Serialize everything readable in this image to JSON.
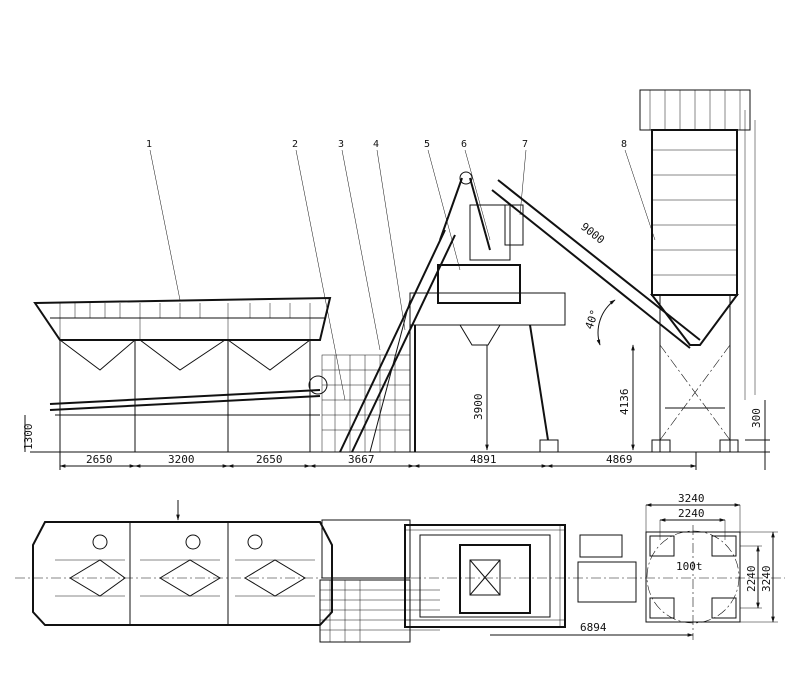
{
  "callouts": [
    "1",
    "2",
    "3",
    "4",
    "5",
    "6",
    "7",
    "8"
  ],
  "side_view": {
    "conveyor_length": "9000",
    "conveyor_angle": "40°",
    "mixer_discharge_height": "3900",
    "silo_height": "4136",
    "silo_offset": "300",
    "batcher_height": "1300",
    "horizontal_dims": [
      "2650",
      "3200",
      "2650",
      "3667",
      "4891",
      "4869"
    ]
  },
  "plan_view": {
    "silo_outer_width": "3240",
    "silo_inner_width": "2240",
    "silo_capacity": "100t",
    "silo_inner_depth": "2240",
    "silo_outer_depth": "3240",
    "mixer_to_silo": "6894"
  }
}
